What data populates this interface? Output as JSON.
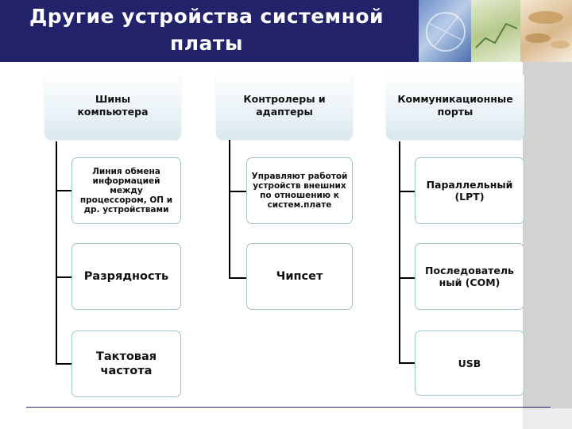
{
  "slide": {
    "title_line1": "Другие устройства системной",
    "title_line2": "платы"
  },
  "columns": [
    {
      "header": "Шины компьютера",
      "items": [
        "Линия обмена информацией между процессором, ОП и др. устройствами",
        "Разрядность",
        "Тактовая частота"
      ]
    },
    {
      "header": "Контролеры и адаптеры",
      "items": [
        "Управляют работой устройств внешних по отношению к систем.плате",
        "Чипсет"
      ]
    },
    {
      "header": "Коммуникационные порты",
      "items": [
        "Параллельный (LPT)",
        "Последователь ный (COM)",
        "USB"
      ]
    }
  ],
  "colors": {
    "header_bg": "#22236a",
    "box_border": "#9fc6cf",
    "right_band": "#d2d2d2"
  }
}
